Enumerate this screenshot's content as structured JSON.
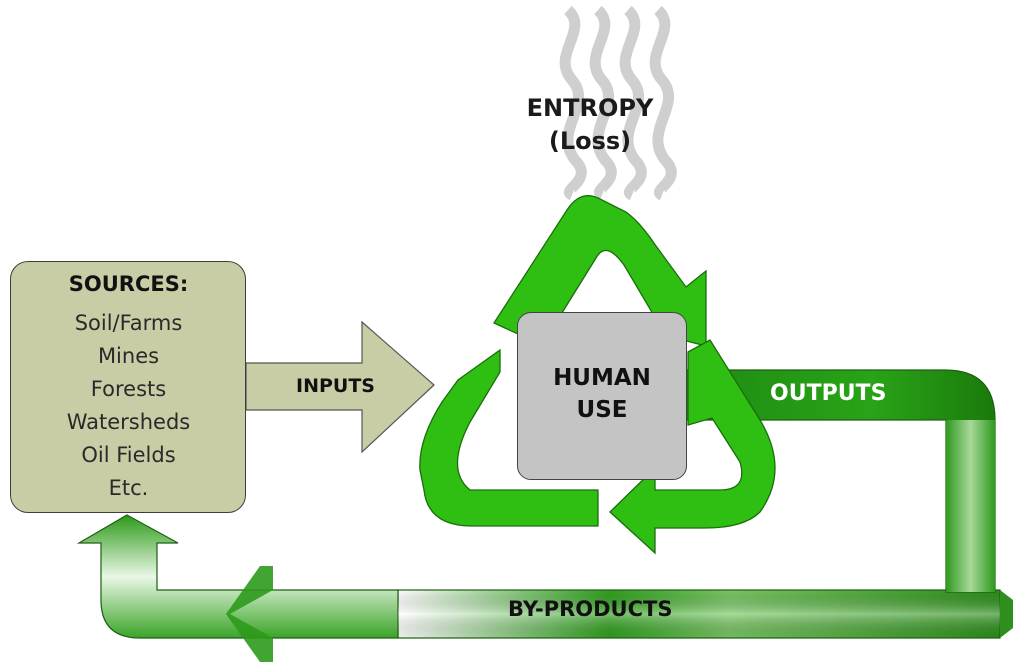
{
  "entropy": {
    "title": "ENTROPY",
    "subtitle": "(Loss)"
  },
  "sources": {
    "title": "SOURCES:",
    "items": [
      "Soil/Farms",
      "Mines",
      "Forests",
      "Watersheds",
      "Oil Fields",
      "Etc."
    ]
  },
  "human_use": {
    "line1": "HUMAN",
    "line2": "USE"
  },
  "flows": {
    "inputs": "INPUTS",
    "outputs": "OUTPUTS",
    "byproducts": "BY-PRODUCTS"
  },
  "colors": {
    "sources_fill": "#c9cda5",
    "inputs_arrow": "#c9cda5",
    "human_use_fill": "#c4c4c4",
    "cycle_green": "#2fbf12",
    "outputs_dark_green": "#1d8a0f",
    "entropy_wave": "#cfcfcf"
  },
  "icons": [
    "entropy-wave-icon",
    "recycle-arrow-icon",
    "inputs-arrow-icon",
    "outputs-arrow-icon",
    "byproducts-arrow-icon"
  ]
}
